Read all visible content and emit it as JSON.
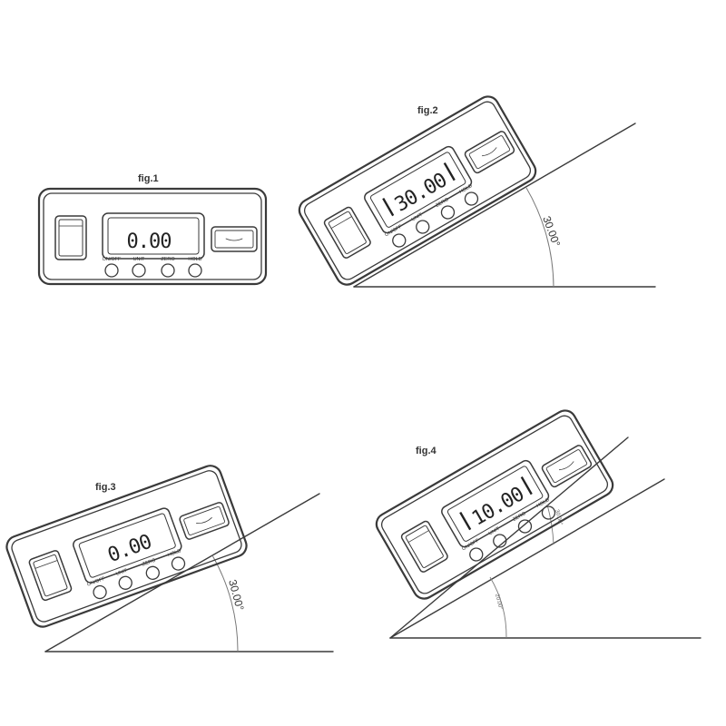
{
  "figures": [
    {
      "caption": "fig.1",
      "display": "0.00",
      "angle_label": ""
    },
    {
      "caption": "fig.2",
      "display": "30.00",
      "angle_label": "30.00°"
    },
    {
      "caption": "fig.3",
      "display": "0.00",
      "angle_label": "30.00°"
    },
    {
      "caption": "fig.4",
      "display": "10.00",
      "angle_label": "30.00°",
      "angle_label_small": "20.00°"
    }
  ],
  "buttons": [
    "ON/OFF",
    "UNIT",
    "ZERO",
    "HOLD"
  ],
  "colors": {
    "line": "#3a3a3a",
    "background": "#ffffff"
  }
}
